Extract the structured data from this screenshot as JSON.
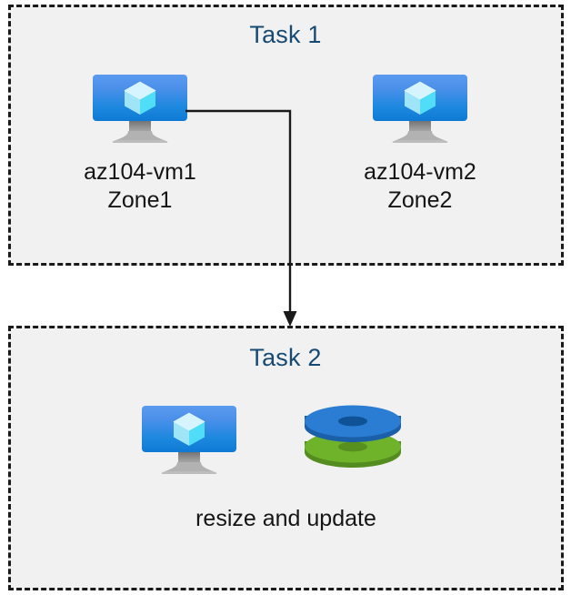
{
  "diagram": {
    "title": "Azure VM tasks diagram",
    "background_color": "#ffffff",
    "group_fill_color": "#f1f1f1",
    "group_border_color": "#1a1a1a",
    "title_color": "#174a73",
    "label_color": "#151515"
  },
  "groups": [
    {
      "id": "task1",
      "title": "Task 1",
      "nodes": [
        {
          "id": "vm1",
          "icon": "azure-virtual-machine-icon",
          "label": "az104-vm1\nZone1",
          "name": "az104-vm1",
          "zone": "Zone1"
        },
        {
          "id": "vm2",
          "icon": "azure-virtual-machine-icon",
          "label": "az104-vm2\nZone2",
          "name": "az104-vm2",
          "zone": "Zone2"
        }
      ]
    },
    {
      "id": "task2",
      "title": "Task 2",
      "caption": "resize and update",
      "nodes": [
        {
          "id": "vm3",
          "icon": "azure-virtual-machine-icon",
          "label": ""
        },
        {
          "id": "disks",
          "icon": "azure-disks-icon",
          "label": ""
        }
      ]
    }
  ],
  "connector": {
    "from": "vm1",
    "to": "task2",
    "style": "elbow-arrow",
    "color": "#1a1a1a"
  },
  "colors": {
    "monitor_blue_top": "#5b9bef",
    "monitor_blue_bottom": "#0f7ad4",
    "cube_cyan": "#50e6ff",
    "cube_light": "#c3f1ff",
    "disk_blue": "#2b7cd3",
    "disk_blue_dark": "#1b5fa8",
    "disk_green": "#6fb32b",
    "disk_green_dark": "#558c20",
    "stand_gray": "#9a9a9a"
  }
}
